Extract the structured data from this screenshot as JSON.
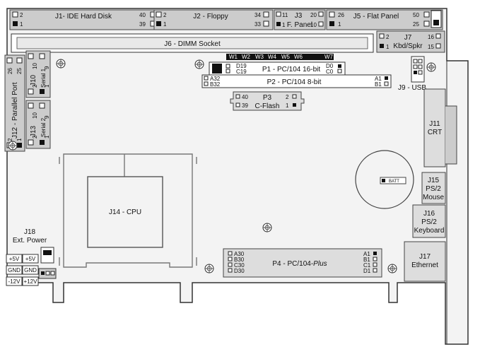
{
  "board": {
    "j1": {
      "label": "J1- IDE Hard Disk",
      "p2": "2",
      "p1": "1",
      "p40": "40",
      "p39": "39"
    },
    "j2": {
      "label": "J2 - Floppy",
      "p2": "2",
      "p1": "1",
      "p34": "34",
      "p33": "33"
    },
    "j3": {
      "label": "J3",
      "sub": "F. Panel",
      "p11": "11",
      "p1": "1",
      "p20": "20",
      "p10": "10"
    },
    "j5": {
      "label": "J5 - Flat Panel",
      "p26": "26",
      "p1": "1",
      "p50": "50",
      "p25": "25"
    },
    "j6": {
      "label": "J6 - DIMM Socket"
    },
    "j7": {
      "label": "J7",
      "sub": "Kbd/Spkr",
      "p2": "2",
      "p1": "1",
      "p16": "16",
      "p15": "15"
    },
    "jumpers": [
      "W1",
      "W2",
      "W3",
      "W4",
      "W5",
      "W6",
      "W7"
    ],
    "p1": {
      "label": "P1 - PC/104 16-bit",
      "d19": "D19",
      "c19": "C19",
      "d0": "D0",
      "c0": "C0"
    },
    "p2": {
      "label": "P2 - PC/104 8-bit",
      "a32": "A32",
      "b32": "B32",
      "a1": "A1",
      "b1": "B1"
    },
    "p3": {
      "label": "P3",
      "sub": "C-Flash",
      "p40": "40",
      "p39": "39",
      "p2": "2",
      "p1": "1"
    },
    "j9": {
      "label": "J9 - USB"
    },
    "j12": {
      "label": "J12 - Parallel Port",
      "p26": "26",
      "p25": "25",
      "p2": "2",
      "p1": "1"
    },
    "j10": {
      "label": "J10",
      "sub": "Serial 1",
      "p10": "10",
      "p9": "9",
      "p2": "2",
      "p1": "1"
    },
    "j13": {
      "label": "J13",
      "sub": "Serial 2",
      "p10": "10",
      "p9": "9",
      "p2": "2",
      "p1": "1"
    },
    "j14": {
      "label": "J14 - CPU"
    },
    "batt": {
      "label": "BATT"
    },
    "j11": {
      "label": "J11",
      "sub": "CRT"
    },
    "j15": {
      "label": "J15",
      "sub1": "PS/2",
      "sub2": "Mouse"
    },
    "j16": {
      "label": "J16",
      "sub1": "PS/2",
      "sub2": "Keyboard"
    },
    "j17": {
      "label": "J17",
      "sub": "Ethernet"
    },
    "j18": {
      "label": "J18",
      "sub": "Ext. Power",
      "v5a": "+5V",
      "v5b": "+5V",
      "gnd_a": "GND",
      "gnd_b": "GND",
      "m12": "-12V",
      "p12": "+12V"
    },
    "p4": {
      "label_main": "P4 - PC/104-",
      "label_em": "Plus",
      "a30": "A30",
      "b30": "B30",
      "c30": "C30",
      "d30": "D30",
      "a1": "A1",
      "b1": "B1",
      "c1": "C1",
      "d1": "D1"
    }
  }
}
